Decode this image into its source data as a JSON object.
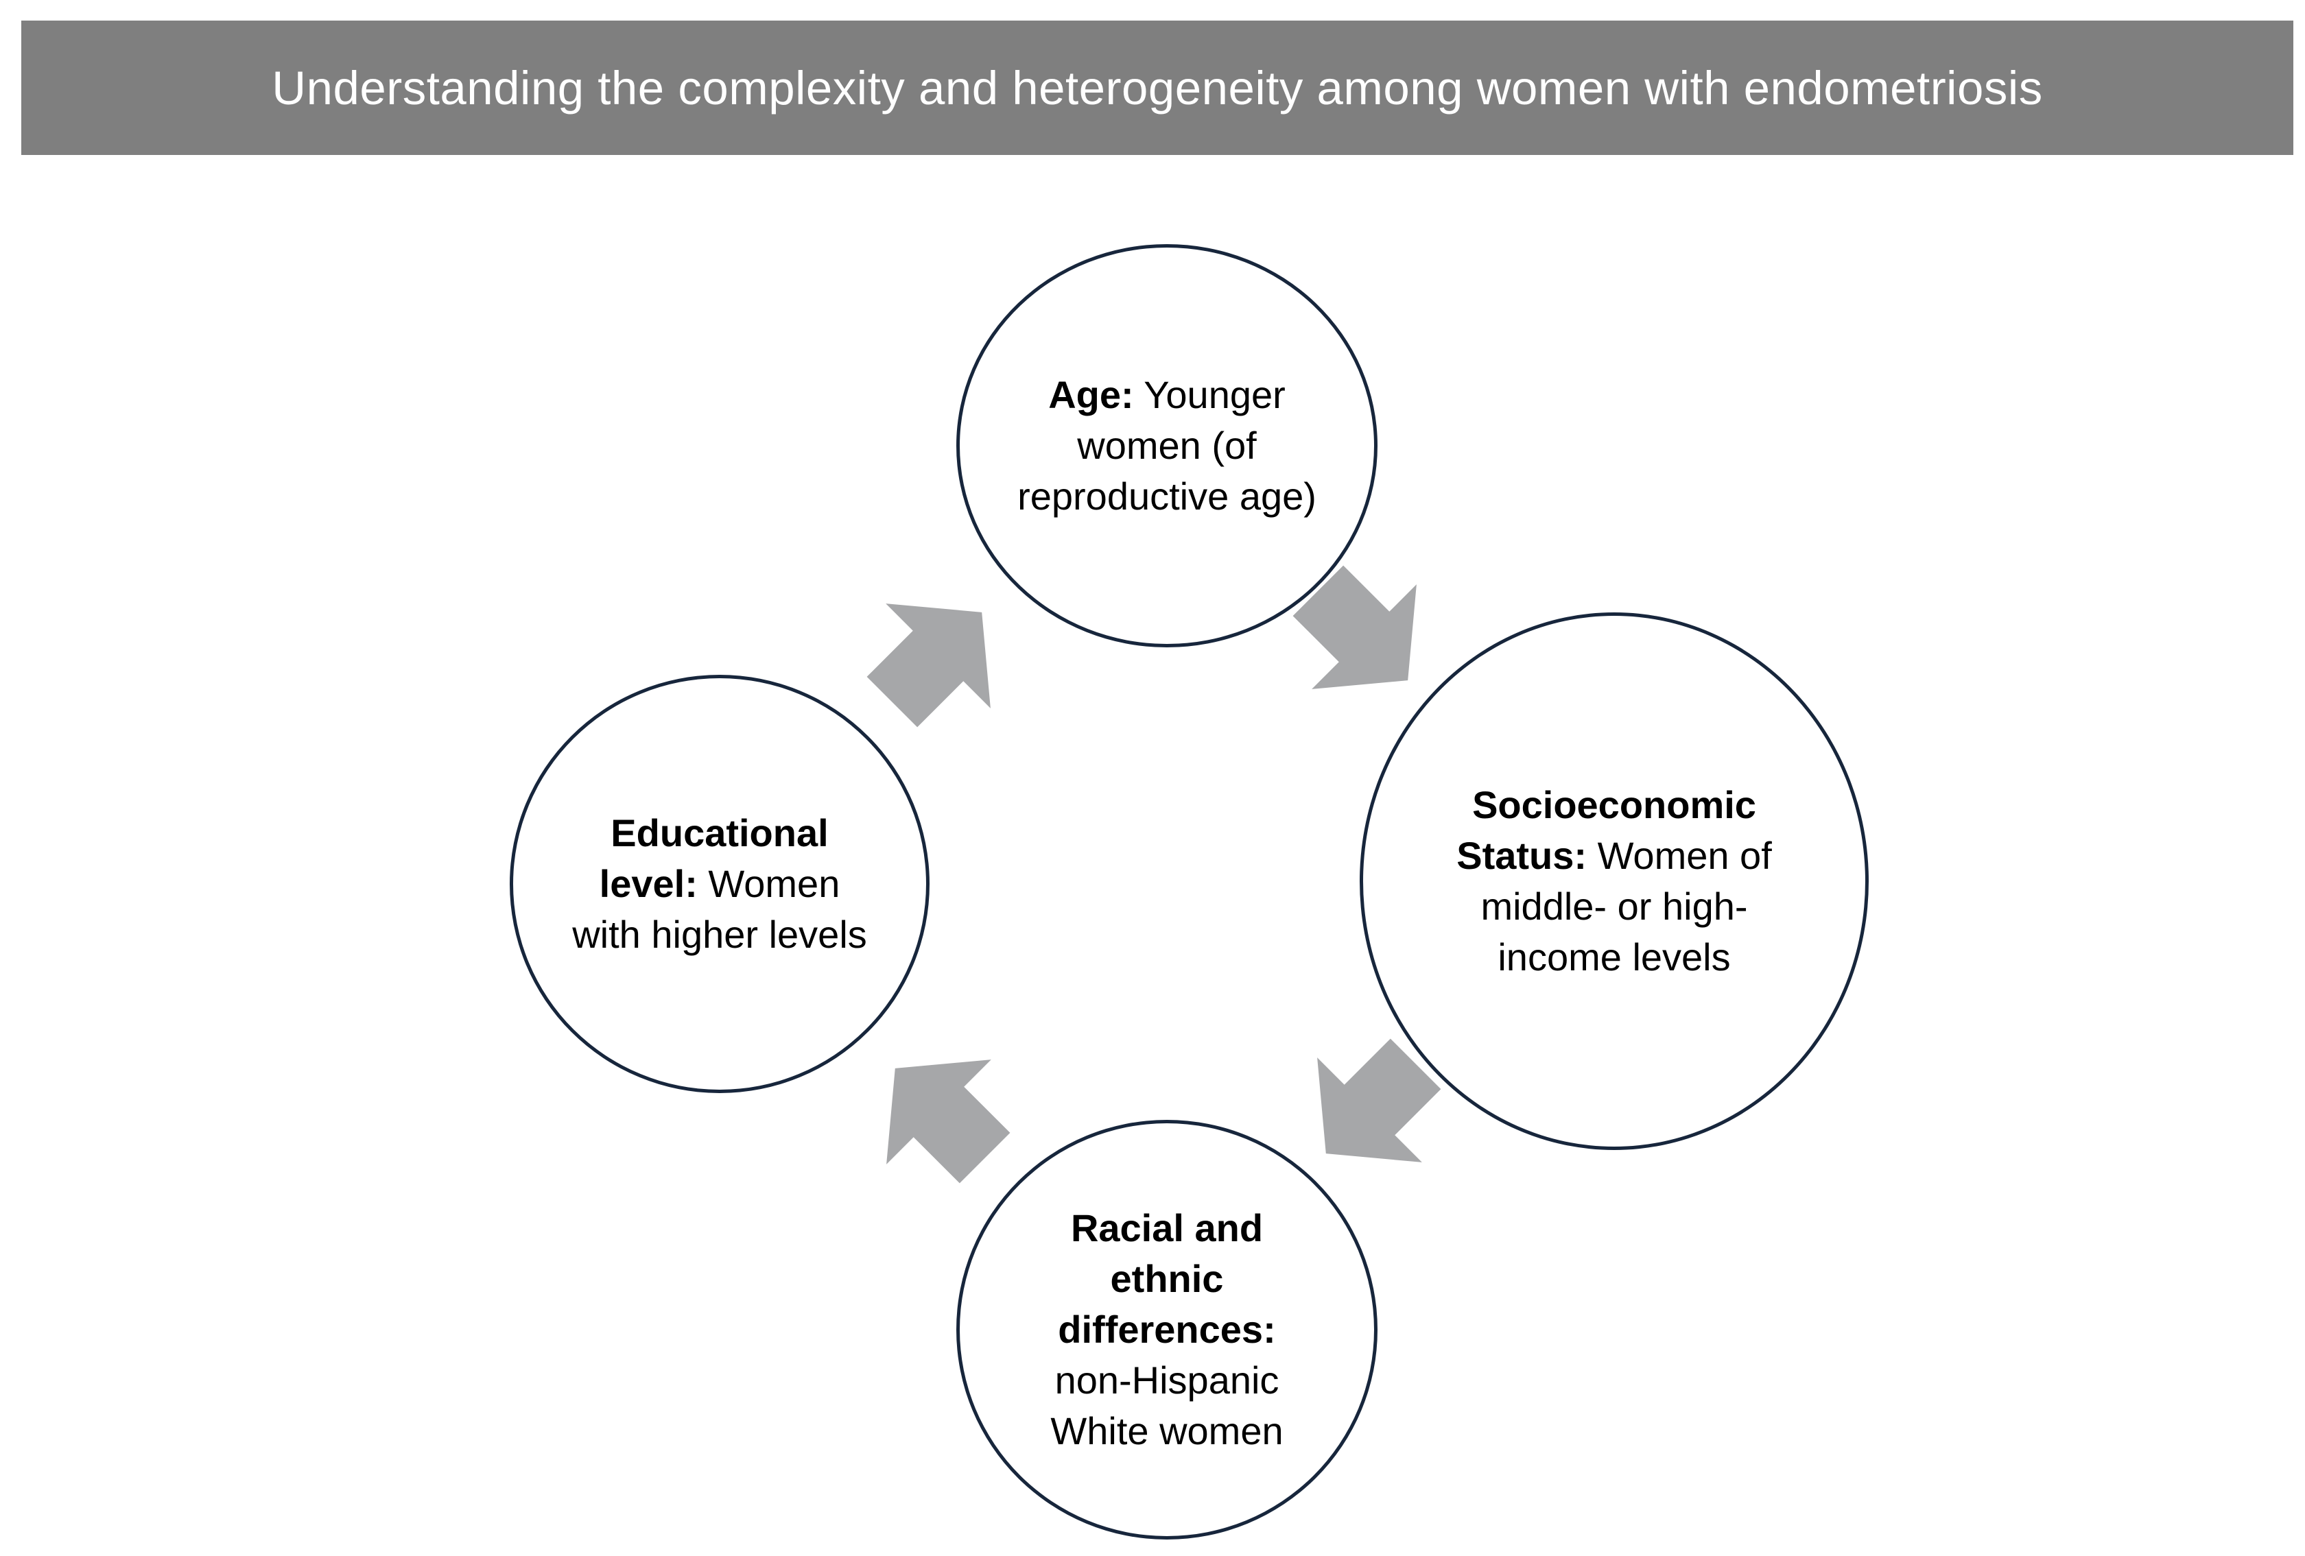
{
  "title": "Understanding the complexity and heterogeneity among women with endometriosis",
  "colors": {
    "title_bar": "#7f7f7f",
    "title_text": "#ffffff",
    "circle_border": "#17263c",
    "arrow_fill": "#a6a7a9"
  },
  "nodes": {
    "age": {
      "bold": "Age:",
      "text": " Younger women (of reproductive age)"
    },
    "socioeconomic": {
      "bold": "Socioeconomic Status:",
      "text": " Women of middle- or high-income levels"
    },
    "race": {
      "bold": "Racial and ethnic differences:",
      "text": " non-Hispanic White women"
    },
    "education": {
      "bold": "Educational level:",
      "text": " Women with higher levels"
    }
  },
  "arrows": [
    {
      "from": "age",
      "to": "socioeconomic"
    },
    {
      "from": "socioeconomic",
      "to": "race"
    },
    {
      "from": "race",
      "to": "education"
    },
    {
      "from": "education",
      "to": "age"
    }
  ]
}
